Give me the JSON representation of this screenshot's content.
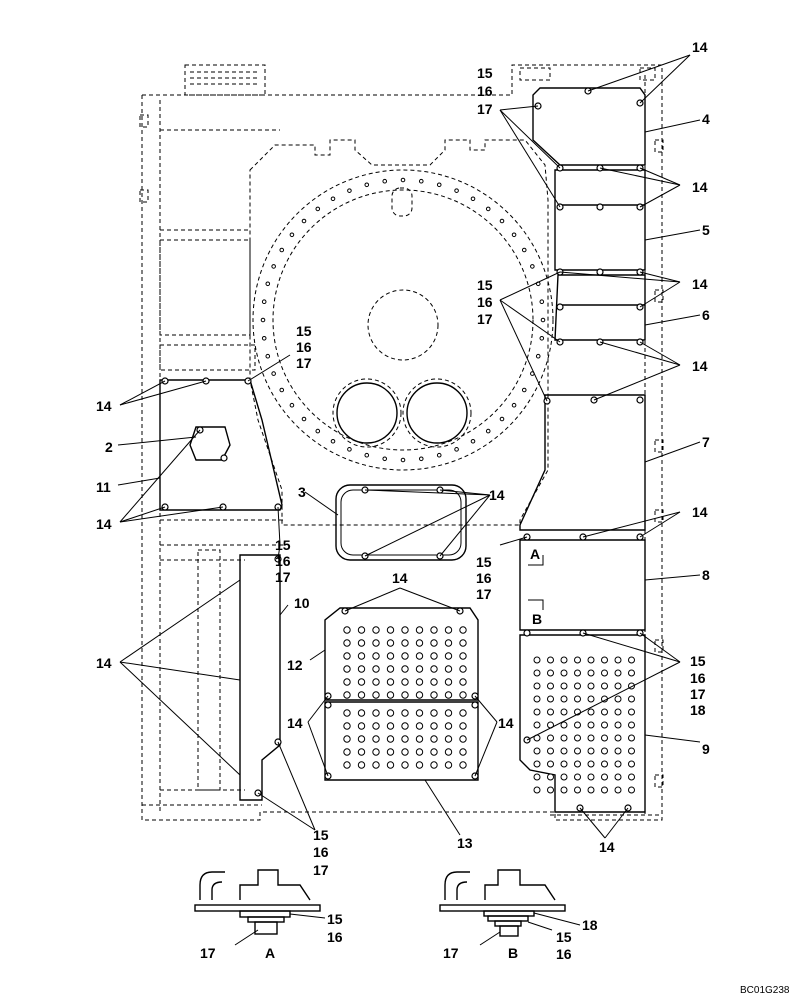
{
  "figure_code": "BC01G238",
  "callouts": {
    "c14": "14",
    "c15": "15",
    "c16": "16",
    "c17": "17",
    "c18": "18",
    "c2": "2",
    "c3": "3",
    "c4": "4",
    "c5": "5",
    "c6": "6",
    "c7": "7",
    "c8": "8",
    "c9": "9",
    "c10": "10",
    "c11": "11",
    "c12": "12",
    "c13": "13"
  },
  "detail_markers": {
    "a": "A",
    "b": "B"
  }
}
